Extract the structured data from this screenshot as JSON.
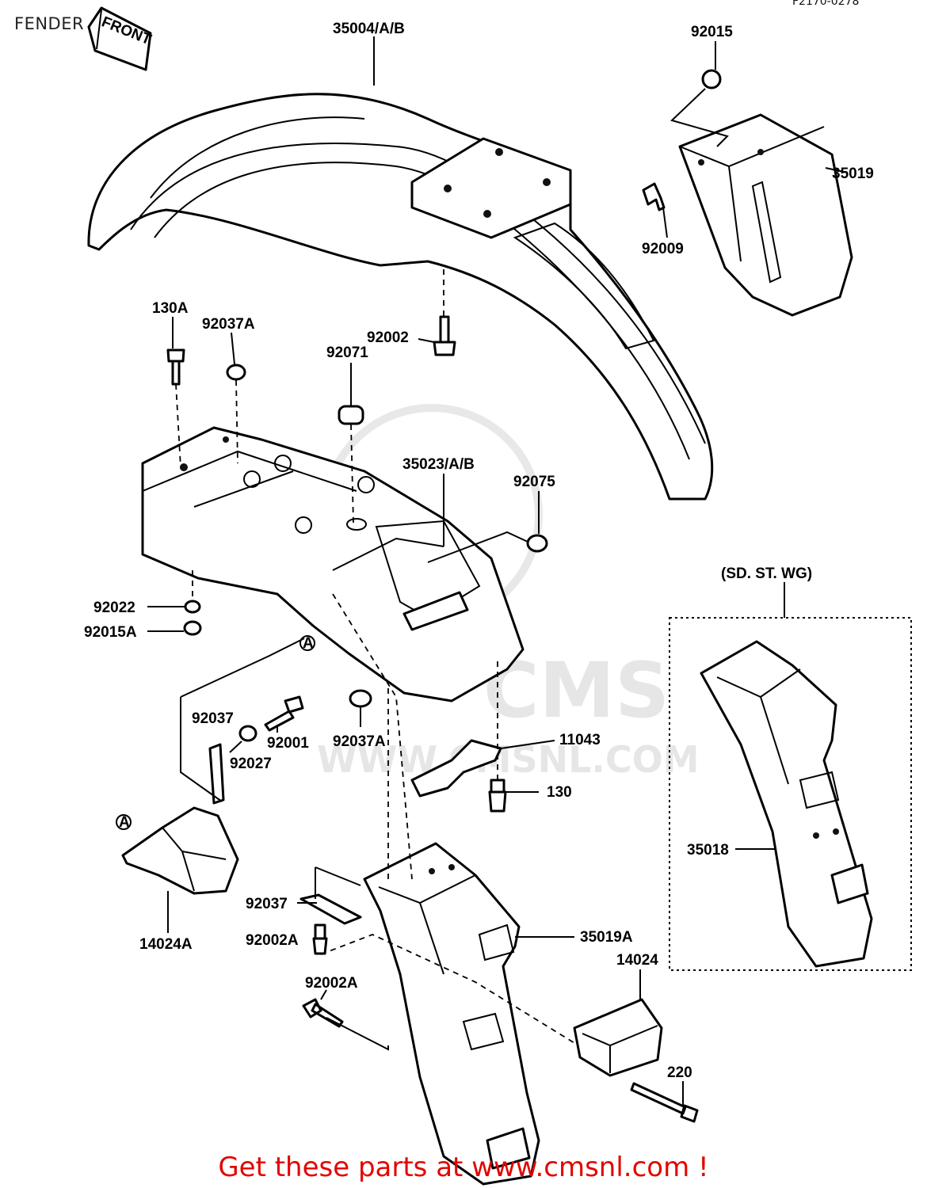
{
  "page": {
    "title": "FENDER",
    "code": "F2170-0278",
    "footer": "Get these parts at www.cmsnl.com !"
  },
  "watermark": {
    "brand": "CMS",
    "url": "WWW.CMSNL.COM"
  },
  "labels": {
    "front_tag": "FRONT",
    "front_fender": "35004/A/B",
    "nut_92015": "92015",
    "mudflap_35019": "35019",
    "bolt_92009": "92009",
    "bolt_92002": "92002",
    "bolt_130A": "130A",
    "collar_92037A_top": "92037A",
    "grommet_92071": "92071",
    "rear_fender_35023": "35023/A/B",
    "nut_92075": "92075",
    "variant": "(SD. ST. WG)",
    "damper_92022": "92022",
    "nut_92015A": "92015A",
    "clamp_92037_upper": "92037",
    "bolt_92001": "92001",
    "collar_92037A_lower": "92037A",
    "bracket_11043": "11043",
    "washer_92027": "92027",
    "bolt_130": "130",
    "mark_a_upper": "A",
    "mark_a_lower": "A",
    "rear_flap_35018": "35018",
    "clamp_92037_lower": "92037",
    "bracket_14024A": "14024A",
    "bolt_92002A_upper": "92002A",
    "rear_flap_35019A": "35019A",
    "bracket_14024": "14024",
    "bolt_92002A_lower": "92002A",
    "bolt_220": "220"
  }
}
